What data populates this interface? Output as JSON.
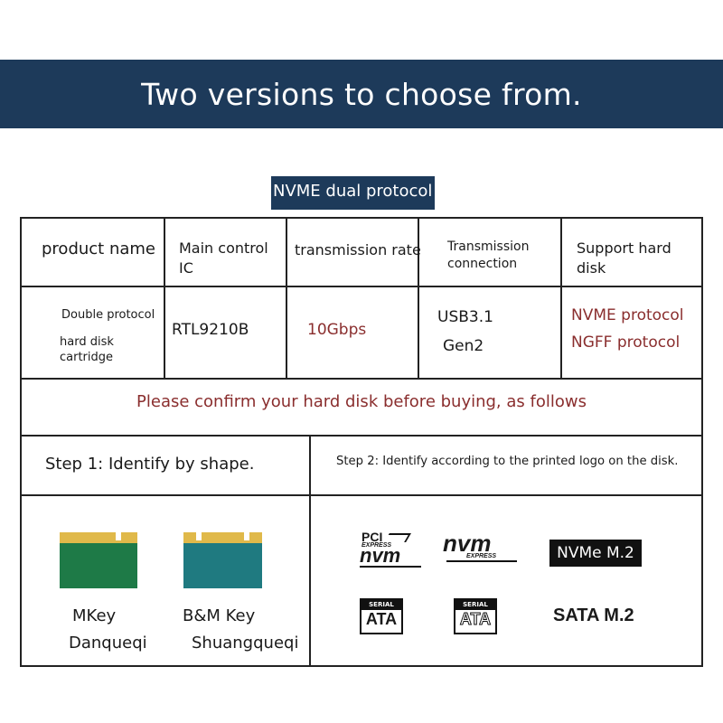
{
  "banner": {
    "title": "Two versions to choose from."
  },
  "subtitle": "NVME dual protocol",
  "table": {
    "headers": [
      "product name",
      "Main control IC",
      "transmission rate",
      "Transmission connection",
      "Support hard disk"
    ],
    "row": {
      "product": [
        "Double protocol",
        "hard disk",
        "cartridge"
      ],
      "ic": "RTL9210B",
      "rate": "10Gbps",
      "connection": [
        "USB3.1",
        "Gen2"
      ],
      "support": [
        "NVME protocol",
        "NGFF protocol"
      ]
    }
  },
  "notice": "Please confirm your hard disk before buying, as follows",
  "steps": {
    "step1": "Step 1: Identify by shape.",
    "step2": "Step 2: Identify according to the printed logo on the disk."
  },
  "keys": [
    {
      "name": "MKey",
      "sub": "Danqueqi"
    },
    {
      "name": "B&M Key",
      "sub": "Shuangqueqi"
    }
  ],
  "logos": {
    "pci_top": "PCI",
    "pci_express": "EXPRESS",
    "pci_nvm": "nvm",
    "nvm_big": "nvm",
    "nvm_express": "EXPRESS",
    "nvme_m2": "NVMe M.2",
    "serial": "SERIAL",
    "ata": "ATA",
    "sata_m2": "SATA M.2"
  },
  "colors": {
    "banner": "#1d3a5a",
    "accent_red": "#8a2e2e",
    "mkey_green": "#1e7a47",
    "bmkey_teal": "#1f7a80",
    "gold": "#e0b94a"
  }
}
